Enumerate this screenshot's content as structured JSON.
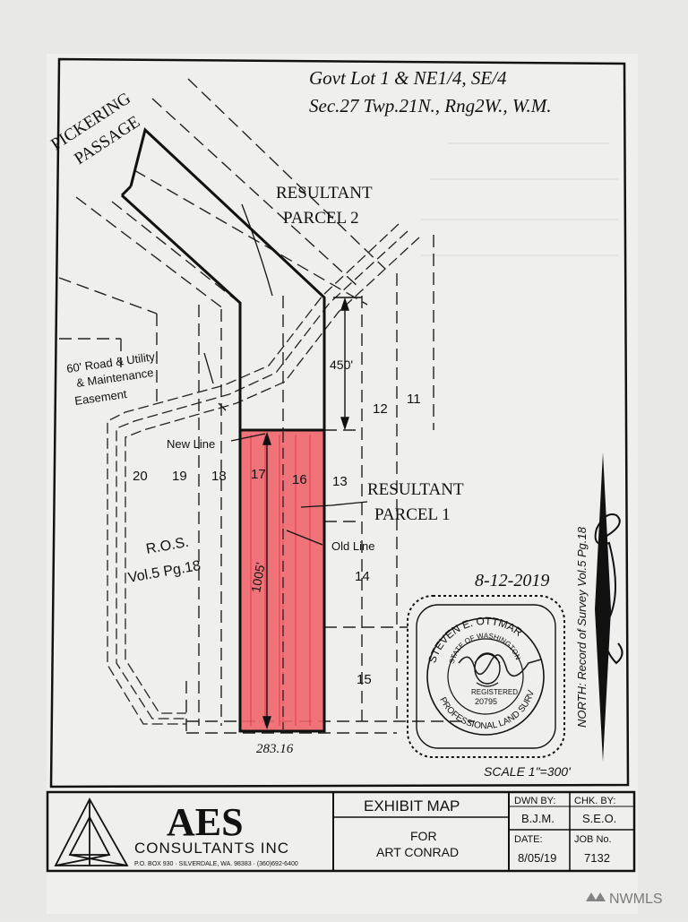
{
  "header": {
    "line1": "Govt Lot 1 & NE1/4, SE/4",
    "line2": "Sec.27  Twp.21N., Rng2W., W.M."
  },
  "map": {
    "waterway_line1": "PICKERING",
    "waterway_line2": "PASSAGE",
    "parcel2_line1": "RESULTANT",
    "parcel2_line2": "PARCEL 2",
    "parcel1_line1": "RESULTANT",
    "parcel1_line2": "PARCEL 1",
    "easement_line1": "60' Road & Utility",
    "easement_line2": "& Maintenance",
    "easement_line3": "Easement",
    "new_line": "New Line",
    "old_line": "Old Line",
    "ros_line1": "R.O.S.",
    "ros_line2": "Vol.5 Pg.18",
    "dim_450": "450'",
    "dim_1005": "1005'",
    "dim_bottom": "283.16",
    "lots": [
      "20",
      "19",
      "18",
      "17",
      "16",
      "13",
      "12",
      "11",
      "14",
      "15"
    ],
    "date_handwritten": "8-12-2019",
    "north_note": "NORTH: Record of Survey Vol.5 Pg.18",
    "scale": "SCALE 1\"=300'",
    "highlight_color": "#f0656c"
  },
  "seal": {
    "name": "STEVEN E. OTTMAR",
    "state": "STATE OF WASHINGTON",
    "registered": "REGISTERED",
    "number": "20795",
    "profession": "PROFESSIONAL LAND SURVEYOR"
  },
  "title_block": {
    "company": "AES",
    "company_sub": "CONSULTANTS INC",
    "address": "P.O. BOX 930 · SILVERDALE, WA. 98383 · (360)692-6400",
    "exhibit": "EXHIBIT MAP",
    "for_label": "FOR",
    "for_name": "ART CONRAD",
    "dwn_label": "DWN BY:",
    "dwn_value": "B.J.M.",
    "chk_label": "CHK. BY:",
    "chk_value": "S.E.O.",
    "date_label": "DATE:",
    "date_value": "8/05/19",
    "job_label": "JOB No.",
    "job_value": "7132"
  },
  "watermark": "NWMLS"
}
